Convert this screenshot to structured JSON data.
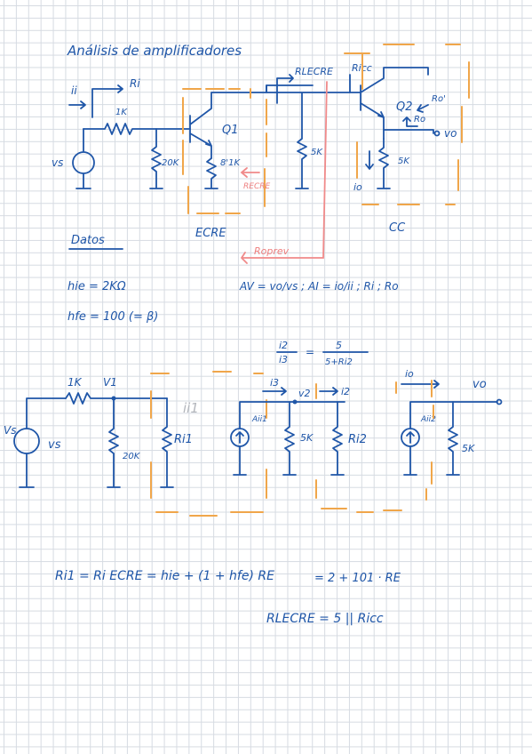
{
  "title": "Análisis de amplificadores",
  "circuit_top": {
    "labels": {
      "ii": "ii",
      "ri": "Ri",
      "r_1k": "1K",
      "vs": "vs",
      "r_20k": "20K",
      "r_re": "8'1K",
      "q1": "Q1",
      "recre": "RECRE",
      "rlecre": "RLECRE",
      "ricc": "Ricc",
      "r_5k_mid": "5K",
      "q2": "Q2",
      "ro_prime": "Ro'",
      "ro": "Ro",
      "vo": "vo",
      "io": "io",
      "r_5k_out": "5K",
      "stage1": "ECRE",
      "stage2": "CC",
      "roprev": "Roprev"
    }
  },
  "datos": {
    "heading": "Datos",
    "hie": "hie = 2KΩ",
    "hfe": "hfe = 100 (= β)",
    "gains": "AV = vo/vs ;  AI = io/ii ;  Ri ; Ro"
  },
  "divider": {
    "numerator_left": "i2",
    "denominator_left": "i3",
    "equals": "=",
    "numerator_right": "5",
    "denominator_right": "5+Ri2"
  },
  "circuit_bottom": {
    "labels": {
      "r_1k": "1K",
      "v1": "V1",
      "vs": "vs",
      "vs_side": "Vs",
      "r_20k": "20K",
      "ri1": "Ri1",
      "ii1": "ii1",
      "i3": "i3",
      "v2": "v2",
      "i2": "i2",
      "src1": "Aii1",
      "r_5k_mid": "5K",
      "ri2": "Ri2",
      "io": "io",
      "vo": "vo",
      "src2": "Aii2",
      "r_5k_out": "5K"
    }
  },
  "equations": {
    "line1_lhs": "Ri1 = Ri ECRE = hie + (1 + hfe) RE",
    "line1_rhs": "= 2 + 101 · RE",
    "line2": "RLECRE = 5 || Ricc"
  },
  "colors": {
    "ink": "#1f56a8",
    "orange_marker": "#f0a64a",
    "pink_marker": "#f08a8a",
    "grid": "#d6dbe2"
  }
}
